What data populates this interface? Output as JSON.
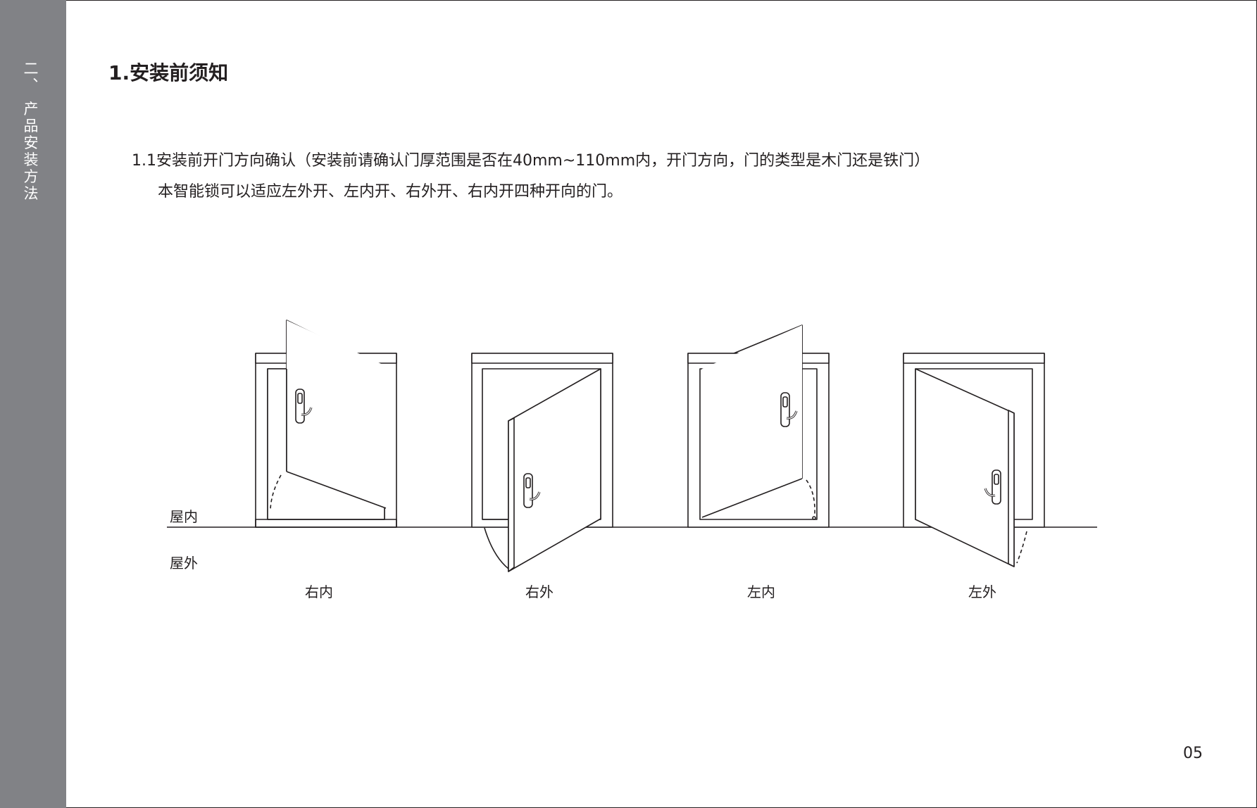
{
  "sidebar": {
    "text": "二、 产品安装方法"
  },
  "section": {
    "title": "1.安装前须知",
    "subsection_line1": "1.1安装前开门方向确认（安装前请确认门厚范围是否在40mm~110mm内，开门方向，门的类型是木门还是铁门）",
    "subsection_line2": "本智能锁可以适应左外开、左内开、右外开、右内开四种开向的门。"
  },
  "diagram": {
    "indoor_label": "屋内",
    "outdoor_label": "屋外",
    "door_captions": [
      "右内",
      "右外",
      "左内",
      "左外"
    ]
  },
  "page_number": "05"
}
